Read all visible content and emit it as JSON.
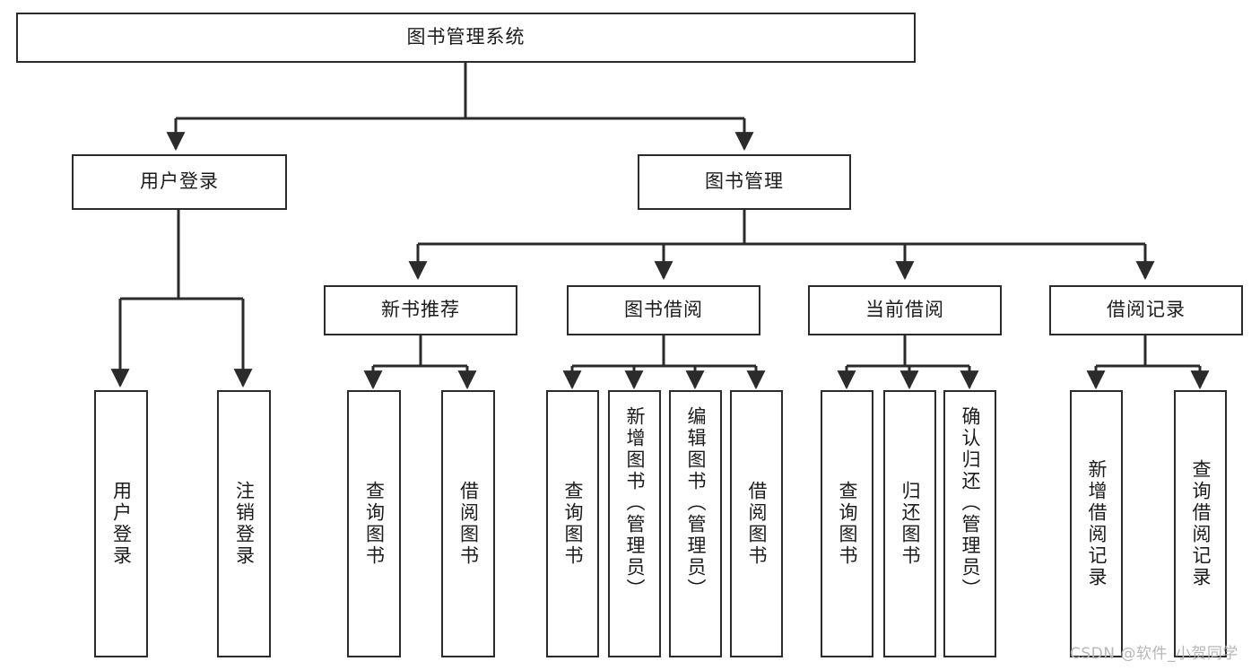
{
  "diagram": {
    "title": "图书管理系统",
    "type": "tree-hierarchy-diagram",
    "root": {
      "id": "root",
      "label": "图书管理系统"
    },
    "level1": [
      {
        "id": "user-login",
        "label": "用户登录"
      },
      {
        "id": "book-management",
        "label": "图书管理"
      }
    ],
    "level2": [
      {
        "id": "new-book-recommend",
        "label": "新书推荐",
        "parent": "book-management"
      },
      {
        "id": "book-borrow",
        "label": "图书借阅",
        "parent": "book-management"
      },
      {
        "id": "current-borrow",
        "label": "当前借阅",
        "parent": "book-management"
      },
      {
        "id": "borrow-record",
        "label": "借阅记录",
        "parent": "book-management"
      }
    ],
    "leaves": [
      {
        "id": "leaf-user-login",
        "label": "用户登录",
        "parent": "user-login"
      },
      {
        "id": "leaf-logout-login",
        "label": "注销登录",
        "parent": "user-login"
      },
      {
        "id": "leaf-query-book-1",
        "label": "查询图书",
        "parent": "new-book-recommend"
      },
      {
        "id": "leaf-borrow-book-1",
        "label": "借阅图书",
        "parent": "new-book-recommend"
      },
      {
        "id": "leaf-query-book-2",
        "label": "查询图书",
        "parent": "book-borrow"
      },
      {
        "id": "leaf-add-book",
        "label": "新增图书（管理员）",
        "parent": "book-borrow"
      },
      {
        "id": "leaf-edit-book",
        "label": "编辑图书（管理员）",
        "parent": "book-borrow"
      },
      {
        "id": "leaf-borrow-book-2",
        "label": "借阅图书",
        "parent": "book-borrow"
      },
      {
        "id": "leaf-query-book-3",
        "label": "查询图书",
        "parent": "current-borrow"
      },
      {
        "id": "leaf-return-book",
        "label": "归还图书",
        "parent": "current-borrow"
      },
      {
        "id": "leaf-confirm-return",
        "label": "确认归还（管理员）",
        "parent": "current-borrow"
      },
      {
        "id": "leaf-add-record",
        "label": "新增借阅记录",
        "parent": "borrow-record"
      },
      {
        "id": "leaf-query-record",
        "label": "查询借阅记录",
        "parent": "borrow-record"
      }
    ],
    "watermark": "CSDN @软件_小贺同学",
    "colors": {
      "stroke": "#2b2b2b",
      "background": "#ffffff",
      "text": "#1b1b1b",
      "watermark": "#b7b7b7"
    }
  }
}
